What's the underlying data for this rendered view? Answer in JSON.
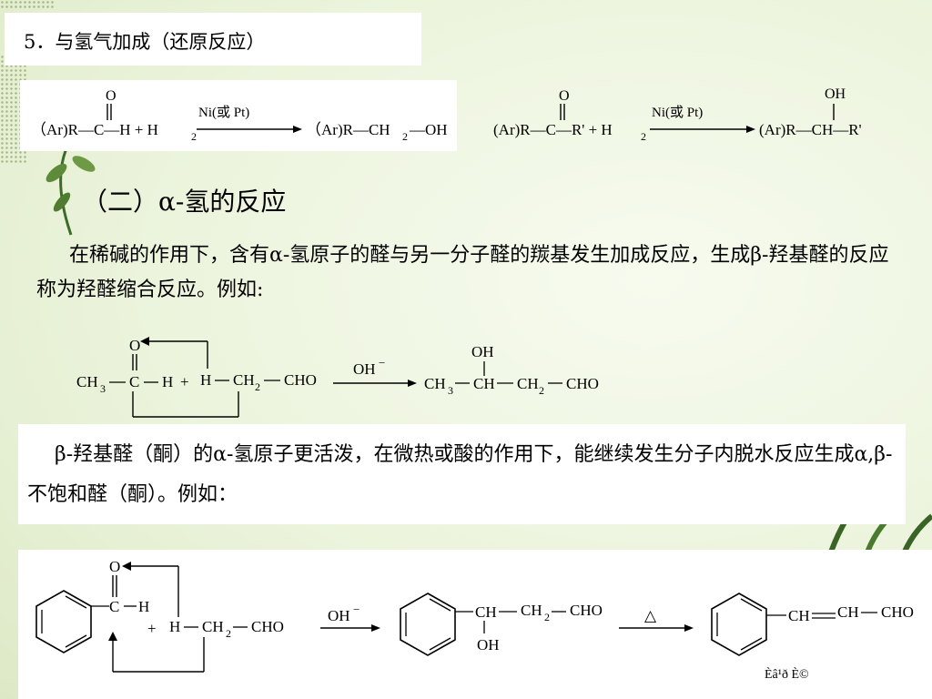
{
  "title": "5．与氢气加成（还原反应）",
  "eq1": {
    "left": "（Ar)R—C—H + H",
    "h2sub": "2",
    "carbonyl_o": "O",
    "catalyst": "Ni(或 Pt)",
    "product": "（Ar)R—CH",
    "product_sub": "2",
    "product_tail": "—OH"
  },
  "eq2": {
    "left": "(Ar)R—C—R' + H",
    "h2sub": "2",
    "carbonyl_o": "O",
    "catalyst": "Ni(或 Pt)",
    "product": "(Ar)R—CH—R'",
    "oh": "OH"
  },
  "heading": "（二）α-氢的反应",
  "para1": "在稀碱的作用下，含有α-氢原子的醛与另一分子醛的羰基发生加成反应，生成β-羟基醛的反应称为羟醛缩合反应。例如:",
  "aldol": {
    "o": "O",
    "ch3": "CH",
    "ch3sub": "3",
    "c": "C",
    "h": "H",
    "plus": "+",
    "h2": "H",
    "ch2": "CH",
    "ch2sub": "2",
    "cho": "CHO",
    "reagent": "OH",
    "reagent_sup": "−",
    "p_oh": "OH",
    "p_ch3": "CH",
    "p_ch3sub": "3",
    "p_ch": "CH",
    "p_ch2": "CH",
    "p_ch2sub": "2",
    "p_cho": "CHO"
  },
  "para2": "β-羟基醛（酮）的α-氢原子更活泼，在微热或酸的作用下，能继续发生分子内脱水反应生成α,β-不饱和醛（酮）。例如：",
  "benz": {
    "o": "O",
    "c": "C",
    "h": "H",
    "plus": "+",
    "h2": "H",
    "ch2": "CH",
    "ch2sub": "2",
    "cho": "CHO",
    "reagent": "OH",
    "reagent_sup": "−",
    "p_ch": "CH",
    "p_ch2": "CH",
    "p_ch2sub": "2",
    "p_cho": "CHO",
    "p_oh": "OH",
    "heat": "△",
    "f_ch": "CH",
    "f_ch2": "CH",
    "f_cho": "CHO",
    "caption": "Èâ¹ð È©"
  }
}
